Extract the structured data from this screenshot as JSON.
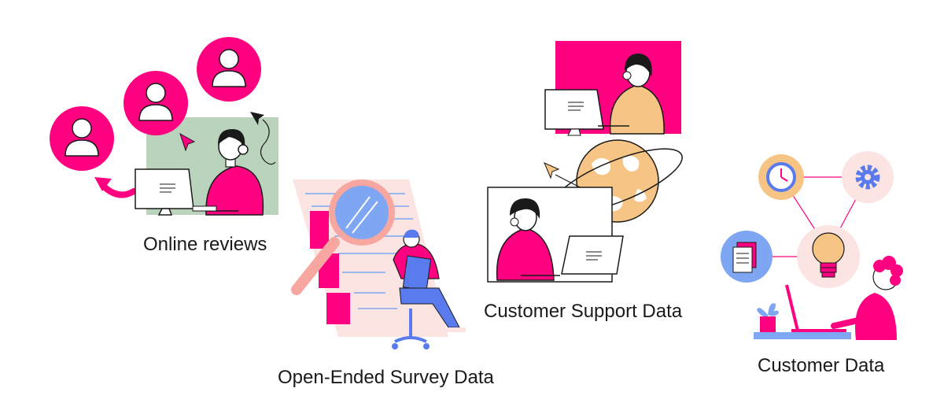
{
  "colors": {
    "accent": "#ff0080",
    "sage": "#b9d3bd",
    "peach": "#f6c585",
    "blue": "#5a7bed",
    "light_blue": "#7ea6f2",
    "pink_light": "#fbe4e2",
    "salmon": "#f7a6a0",
    "ink": "#1a1a1a"
  },
  "illustrations": {
    "online_reviews": {
      "caption": "Online reviews",
      "icons": [
        "user-avatar-icon",
        "user-avatar-icon",
        "user-avatar-icon",
        "cursor-arrow-icon",
        "curved-arrow-icon"
      ]
    },
    "survey": {
      "caption": "Open-Ended Survey Data",
      "icons": [
        "magnifying-glass-icon",
        "document-icon",
        "office-chair-icon"
      ]
    },
    "support": {
      "caption": "Customer Support Data",
      "icons": [
        "headset-icon",
        "globe-icon",
        "cursor-arrow-icon"
      ]
    },
    "customer": {
      "caption": "Customer Data",
      "icons": [
        "clock-icon",
        "gear-icon",
        "documents-icon",
        "lightbulb-icon",
        "plant-icon",
        "laptop-icon"
      ]
    }
  }
}
